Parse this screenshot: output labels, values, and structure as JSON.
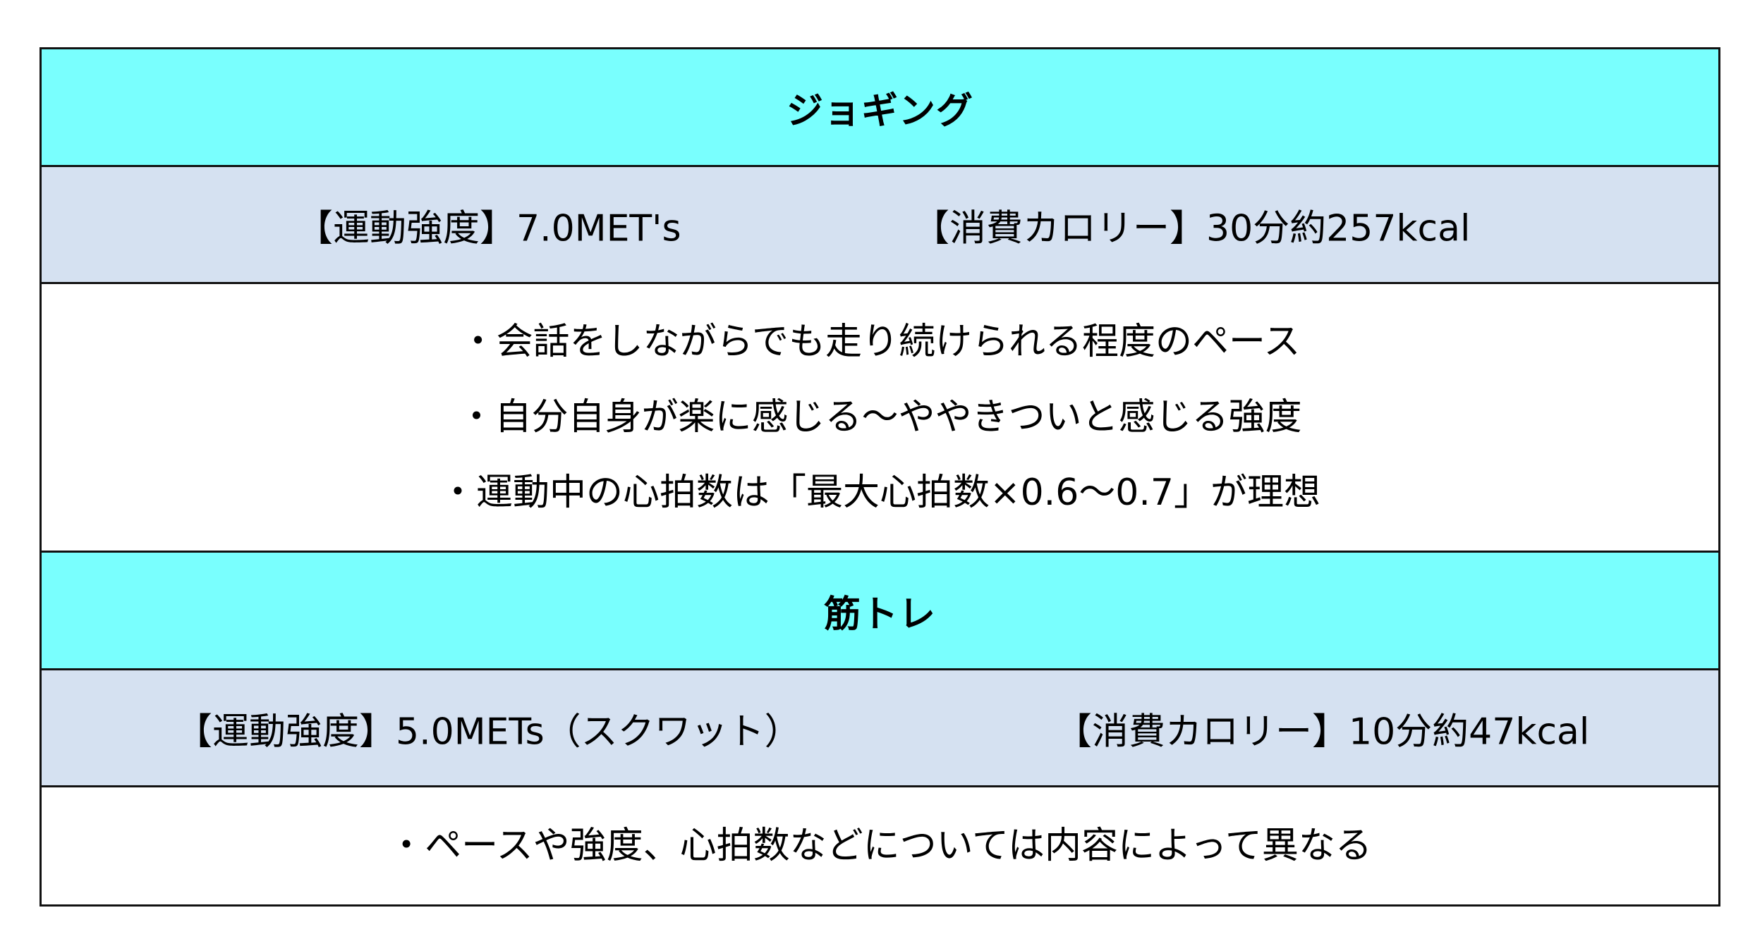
{
  "sections": [
    {
      "title": "ジョギング",
      "intensity": "【運動強度】7.0MET's",
      "calories": "【消費カロリー】30分約257kcal",
      "notes": [
        "・会話をしながらでも走り続けられる程度のペース",
        "・自分自身が楽に感じる〜ややきついと感じる強度",
        "・運動中の心拍数は「最大心拍数×0.6〜0.7」が理想"
      ]
    },
    {
      "title": "筋トレ",
      "intensity": "【運動強度】5.0METs（スクワット）",
      "calories": "【消費カロリー】10分約47kcal",
      "notes": [
        "・ペースや強度、心拍数などについては内容によって異なる"
      ]
    }
  ],
  "colors": {
    "header_bg": "#79FFFE",
    "stats_bg": "#D5E1F1",
    "notes_bg": "#FFFFFF",
    "border": "#111111"
  }
}
